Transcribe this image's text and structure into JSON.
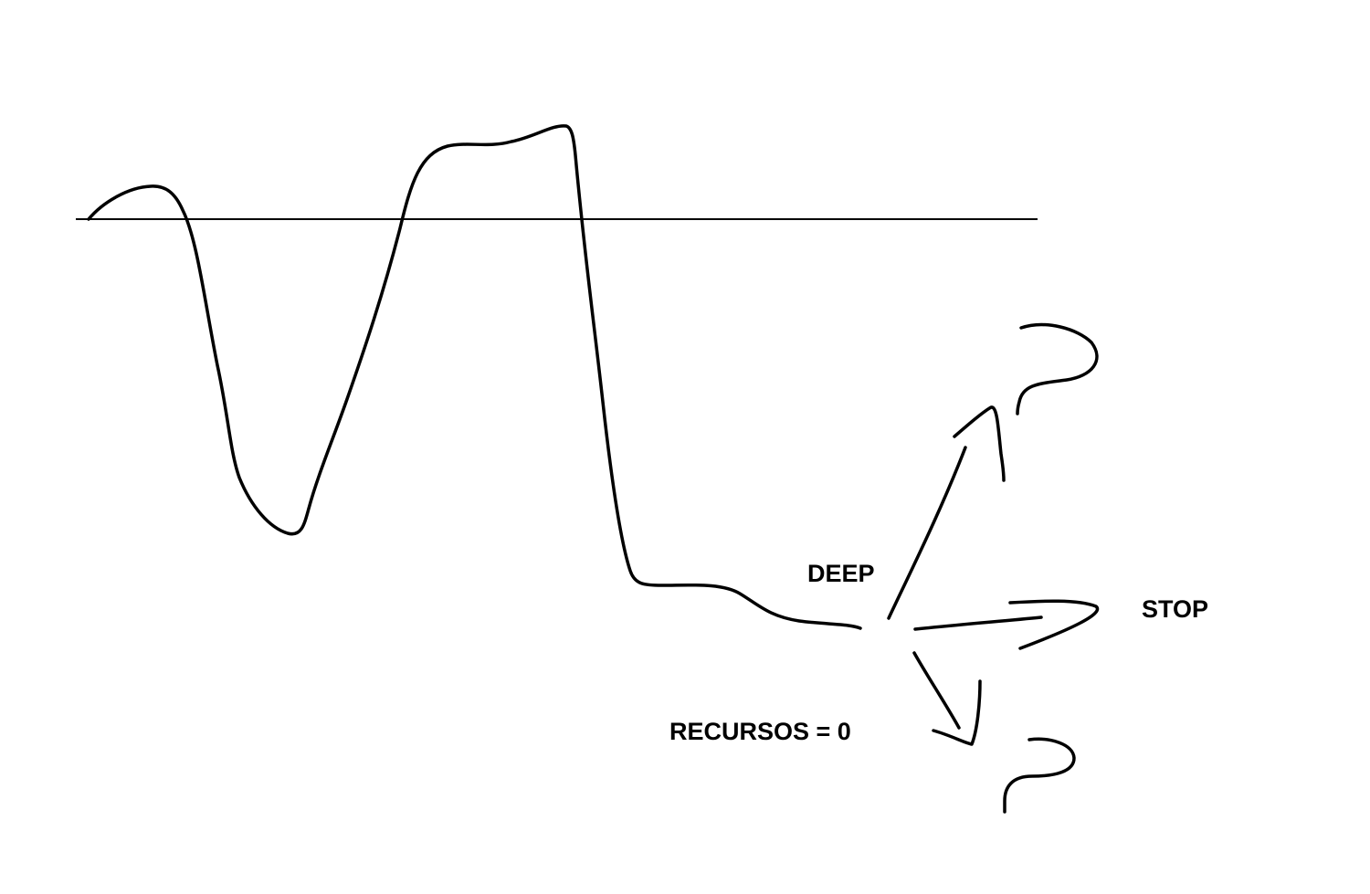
{
  "labels": {
    "deep": "DEEP",
    "stop": "STOP",
    "resources": "RECURSOS = 0"
  },
  "colors": {
    "background": "#ffffff",
    "ink": "#000000"
  }
}
